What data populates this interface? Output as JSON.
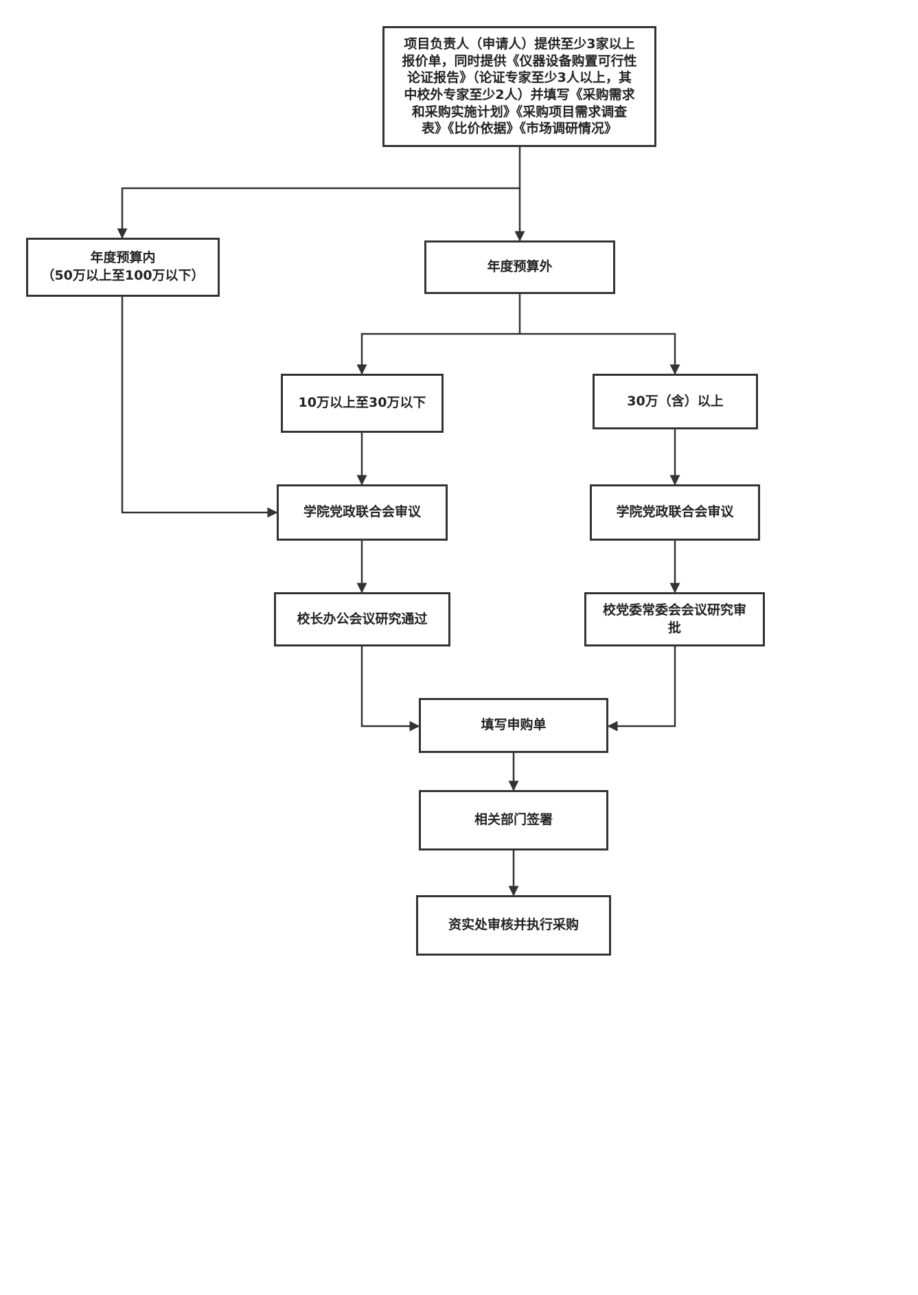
{
  "nodes": {
    "start": {
      "lines": [
        "项目负责人（申请人）提供至少3家以上",
        "报价单，同时提供《仪器设备购置可行性",
        "论证报告》（论证专家至少3人以上，其",
        "中校外专家至少2人）并填写《采购需求",
        "和采购实施计划》《采购项目需求调查",
        "表》《比价依据》《市场调研情况》"
      ]
    },
    "in_budget": {
      "lines": [
        "年度预算内",
        "（50万以上至100万以下）"
      ]
    },
    "out_budget": {
      "lines": [
        "年度预算外"
      ]
    },
    "range_10_30": {
      "lines": [
        "10万以上至30万以下"
      ]
    },
    "range_30_up": {
      "lines": [
        "30万（含）以上"
      ]
    },
    "college_meeting_left": {
      "lines": [
        "学院党政联合会审议"
      ]
    },
    "college_meeting_right": {
      "lines": [
        "学院党政联合会审议"
      ]
    },
    "president_office": {
      "lines": [
        "校长办公会议研究通过"
      ]
    },
    "standing_committee": {
      "lines": [
        "校党委常委会会议研究审",
        "批"
      ]
    },
    "fill_form": {
      "lines": [
        "填写申购单"
      ]
    },
    "dept_sign": {
      "lines": [
        "相关部门签署"
      ]
    },
    "asset_office": {
      "lines": [
        "资实处审核并执行采购"
      ]
    }
  },
  "edges": [
    {
      "from": "start",
      "to": "out_budget"
    },
    {
      "from": "start",
      "to": "in_budget"
    },
    {
      "from": "out_budget",
      "to": "range_10_30"
    },
    {
      "from": "out_budget",
      "to": "range_30_up"
    },
    {
      "from": "range_10_30",
      "to": "college_meeting_left"
    },
    {
      "from": "in_budget",
      "to": "college_meeting_left"
    },
    {
      "from": "range_30_up",
      "to": "college_meeting_right"
    },
    {
      "from": "college_meeting_left",
      "to": "president_office"
    },
    {
      "from": "college_meeting_right",
      "to": "standing_committee"
    },
    {
      "from": "president_office",
      "to": "fill_form"
    },
    {
      "from": "standing_committee",
      "to": "fill_form"
    },
    {
      "from": "fill_form",
      "to": "dept_sign"
    },
    {
      "from": "dept_sign",
      "to": "asset_office"
    }
  ],
  "colors": {
    "stroke": "#333333",
    "text": "#222222",
    "background": "#ffffff"
  }
}
